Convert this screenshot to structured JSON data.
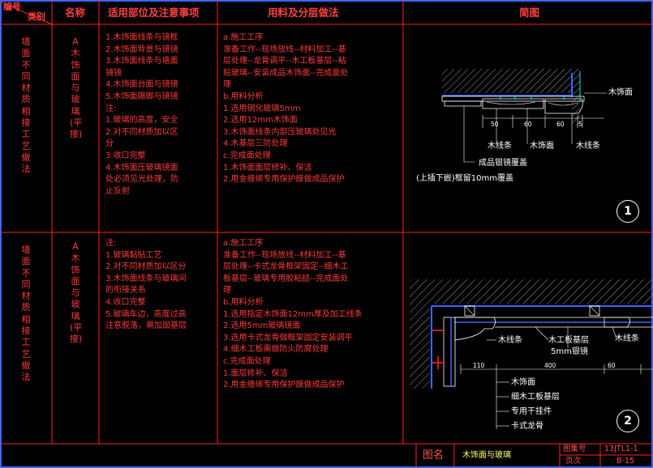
{
  "header": {
    "corner_top": "编号",
    "corner_bottom": "类别",
    "name": "名称",
    "scope": "适用部位及注意事项",
    "material": "用料及分层做法",
    "sketch": "简图"
  },
  "rows": [
    {
      "category": "墙面不同材质相接工艺做法",
      "name": "A木饰面与玻璃(平接)",
      "scope_lines": [
        "1.木饰面线条与镜框",
        "2.木饰面背景与镜镜",
        "3.木饰面线条与墙面",
        "   镜镜",
        "4.木饰面台面与镜镜",
        "5.木饰面踢脚与镜镜",
        "注:",
        "1.玻璃的高度，安全",
        "2.对不同材质加以区",
        "   分",
        "3.收口完整",
        "4.木饰面压玻璃镜面",
        "   处必须见光处理，防",
        "   止反射"
      ],
      "material_lines": [
        "a.施工工序",
        "准备工作--现场放线--材料加工--基",
        "层处理--龙骨调平--木工板基层--粘",
        "贴玻璃--安装成品木饰面--完成面处",
        "理",
        "b.用料分析",
        "1.选用钢化玻璃5mm",
        "2.选用12mm木饰面",
        "3.木饰面线条内部压玻璃处见光",
        "4.木基层三防处理",
        "c.完成面处理",
        "1.木饰面面层修补、保洁",
        "2.用金缠绑专用保护膜做成品保护"
      ],
      "sketch": {
        "number": "1",
        "dims": [
          "50",
          "60",
          "60",
          "5"
        ],
        "labels": {
          "wood_finish_right": "木饰面",
          "wood_strip_left": "木线条",
          "wood_finish_bottom": "木饰面",
          "wood_strip_right": "木线条",
          "note_line1": "成品银镜覆盖",
          "note_line2": "(上插下嵌)框留10mm覆盖"
        }
      }
    },
    {
      "category": "墙面不同材质相接工艺做法",
      "name": "A木饰面与玻璃(平接)",
      "scope_lines": [
        "注:",
        "1.玻璃黏贴工艺",
        "2.对不同材质加以区分",
        "3.木饰面线条与玻璃间",
        "   的衔接关系",
        "4.收口完整",
        "5.玻璃车边，高度过高",
        "   注意脱落，需加固基层"
      ],
      "material_lines": [
        "a.施工工序",
        "准备工作--现场放线--材料加工--基",
        "层处理--卡式龙骨框架固定--细木工",
        "板基层--玻璃专用胶粘结--完成面处",
        "理",
        "b.用料分析",
        "1.选用指定木饰面12mm厚及加工线条",
        "2.选用5mm玻璃镜面",
        "3.选用卡式龙骨做框架固定安装调平",
        "4.细木工板需做防火防腐处理",
        "c.完成面处理",
        "1.面层修补、保洁",
        "2.用金缠绑专用保护膜做成品保护"
      ],
      "sketch": {
        "number": "2",
        "dims": [
          "110",
          "400",
          "60"
        ],
        "labels": {
          "wood_strip": "木线条",
          "wood_board_base": "木工板基层",
          "mirror_5mm": "5mm银镜",
          "wood_strip_right": "木线条",
          "wood_finish": "木饰面",
          "fine_board_base": "细木工板基层",
          "hanger": "专用干挂件",
          "keel": "卡式龙骨"
        }
      }
    }
  ],
  "title_block": {
    "drawing_name_label": "图名",
    "drawing_name": "木饰面与玻璃",
    "set_no_label": "图集号",
    "set_no": "13JTL1-1",
    "page_label": "页次",
    "page": "B-15"
  },
  "colors": {
    "border": "#3a66ff",
    "grid": "#ff2020",
    "text_red": "#ff3b3b",
    "cyan": "#00e5ff",
    "wall_hatch": "#9a9a9a",
    "glass": "#3a66ff"
  }
}
